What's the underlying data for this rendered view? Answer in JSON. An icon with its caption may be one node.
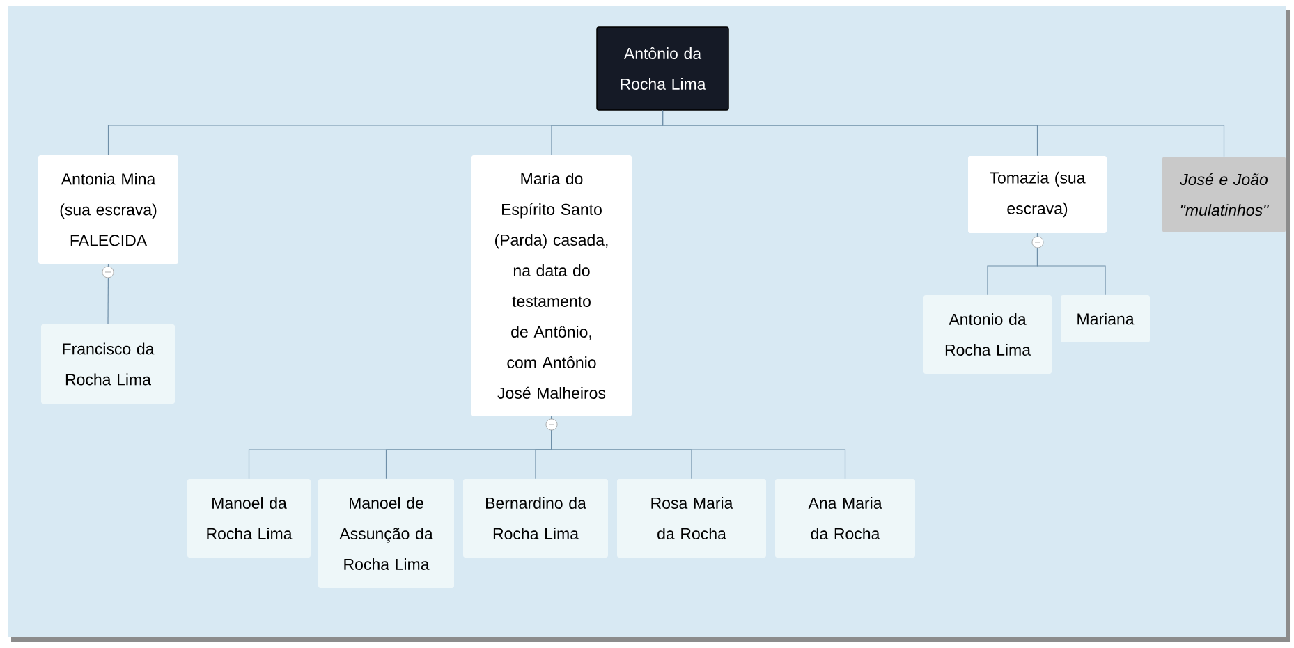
{
  "diagram": {
    "nodes": [
      {
        "text": [
          "Antônio da Rocha Lima"
        ]
      },
      {
        "text": [
          "Antonia Mina (sua escrava) FALECIDA"
        ]
      },
      {
        "text": [
          "Francisco da Rocha Lima"
        ]
      },
      {
        "text": [
          "Maria do Espírito Santo (Parda) casada, na data do testamento de Antônio, com Antônio José Malheiros"
        ]
      },
      {
        "text": [
          "Manoel da Rocha Lima"
        ]
      },
      {
        "text": [
          "Manoel de Assunção da Rocha Lima"
        ]
      },
      {
        "text": [
          "Bernardino da Rocha Lima"
        ]
      },
      {
        "text": [
          "Rosa Maria da Rocha"
        ]
      },
      {
        "text": [
          "Ana Maria da Rocha"
        ]
      },
      {
        "text": [
          "Tomazia (sua escrava)"
        ]
      },
      {
        "text": [
          "Antonio da Rocha Lima"
        ]
      },
      {
        "text": [
          "Mariana"
        ]
      },
      {
        "text": [
          "José e João \"mulatinhos\""
        ]
      }
    ],
    "edges": [
      {
        "from": 0,
        "to": 1,
        "arrow": "none"
      },
      {
        "from": 0,
        "to": 3,
        "arrow": "none"
      },
      {
        "from": 0,
        "to": 9,
        "arrow": "none"
      },
      {
        "from": 0,
        "to": 12,
        "arrow": "none"
      },
      {
        "from": 1,
        "to": 2,
        "arrow": "none"
      },
      {
        "from": 3,
        "to": 4,
        "arrow": "none"
      },
      {
        "from": 3,
        "to": 5,
        "arrow": "none"
      },
      {
        "from": 3,
        "to": 6,
        "arrow": "none"
      },
      {
        "from": 3,
        "to": 7,
        "arrow": "none"
      },
      {
        "from": 3,
        "to": 8,
        "arrow": "none"
      },
      {
        "from": 9,
        "to": 10,
        "arrow": "none"
      },
      {
        "from": 9,
        "to": 11,
        "arrow": "none"
      }
    ]
  }
}
